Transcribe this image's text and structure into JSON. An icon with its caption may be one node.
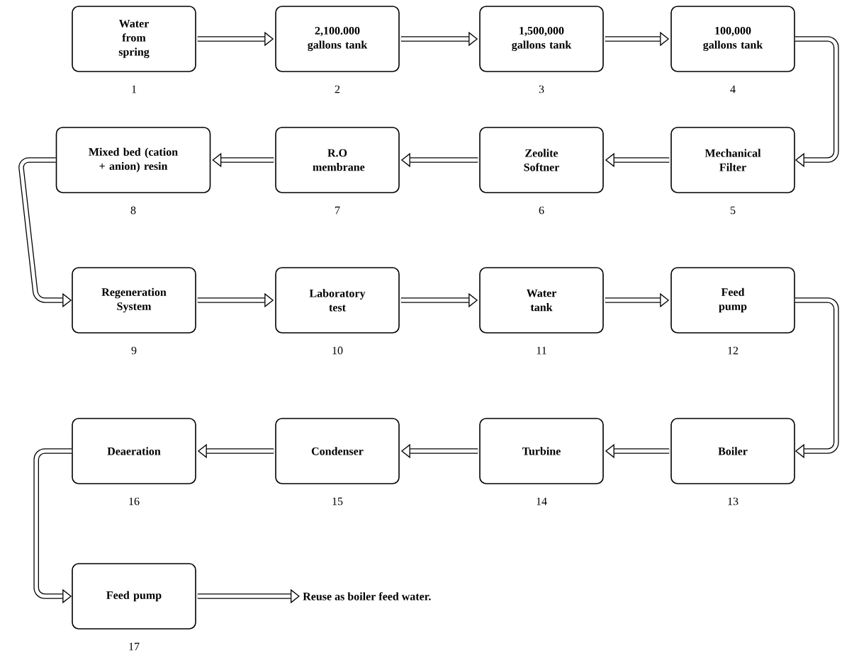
{
  "diagram": {
    "nodes": [
      {
        "text": [
          "Water from spring"
        ],
        "beside": [
          "1"
        ]
      },
      {
        "text": [
          "2,100.000 gallons tank"
        ],
        "beside": [
          "2"
        ]
      },
      {
        "text": [
          "1,500,000 gallons tank"
        ],
        "beside": [
          "3"
        ]
      },
      {
        "text": [
          "100,000 gallons tank"
        ],
        "beside": [
          "4"
        ]
      },
      {
        "text": [
          "Mechanical Filter"
        ],
        "beside": [
          "5"
        ]
      },
      {
        "text": [
          "Zeolite Softner"
        ],
        "beside": [
          "6"
        ]
      },
      {
        "text": [
          "R.O membrane"
        ],
        "beside": [
          "7"
        ]
      },
      {
        "text": [
          "Mixed bed (cation + anion) resin"
        ],
        "beside": [
          "8"
        ]
      },
      {
        "text": [
          "Regeneration System"
        ],
        "beside": [
          "9"
        ]
      },
      {
        "text": [
          "Laboratory test"
        ],
        "beside": [
          "10"
        ]
      },
      {
        "text": [
          "Water tank"
        ],
        "beside": [
          "11"
        ]
      },
      {
        "text": [
          "Feed pump"
        ],
        "beside": [
          "12"
        ]
      },
      {
        "text": [
          "Boiler"
        ],
        "beside": [
          "13"
        ]
      },
      {
        "text": [
          "Turbine"
        ],
        "beside": [
          "14"
        ]
      },
      {
        "text": [
          "Condenser"
        ],
        "beside": [
          "15"
        ]
      },
      {
        "text": [
          "Deaeration"
        ],
        "beside": [
          "16"
        ]
      },
      {
        "text": [
          "Feed pump"
        ],
        "beside": [
          "17"
        ]
      },
      {
        "text": [
          "Reuse as boiler feed water."
        ]
      }
    ],
    "edges": [
      {
        "from": 0,
        "to": 1,
        "arrow": "to"
      },
      {
        "from": 1,
        "to": 2,
        "arrow": "to"
      },
      {
        "from": 2,
        "to": 3,
        "arrow": "to"
      },
      {
        "from": 3,
        "to": 4,
        "arrow": "to"
      },
      {
        "from": 4,
        "to": 5,
        "arrow": "to"
      },
      {
        "from": 5,
        "to": 6,
        "arrow": "to"
      },
      {
        "from": 6,
        "to": 7,
        "arrow": "to"
      },
      {
        "from": 7,
        "to": 8,
        "arrow": "to"
      },
      {
        "from": 8,
        "to": 9,
        "arrow": "to"
      },
      {
        "from": 9,
        "to": 10,
        "arrow": "to"
      },
      {
        "from": 10,
        "to": 11,
        "arrow": "to"
      },
      {
        "from": 11,
        "to": 12,
        "arrow": "to"
      },
      {
        "from": 12,
        "to": 13,
        "arrow": "to"
      },
      {
        "from": 13,
        "to": 14,
        "arrow": "to"
      },
      {
        "from": 14,
        "to": 15,
        "arrow": "to"
      },
      {
        "from": 15,
        "to": 16,
        "arrow": "to"
      },
      {
        "from": 16,
        "to": 17,
        "arrow": "to"
      }
    ]
  }
}
